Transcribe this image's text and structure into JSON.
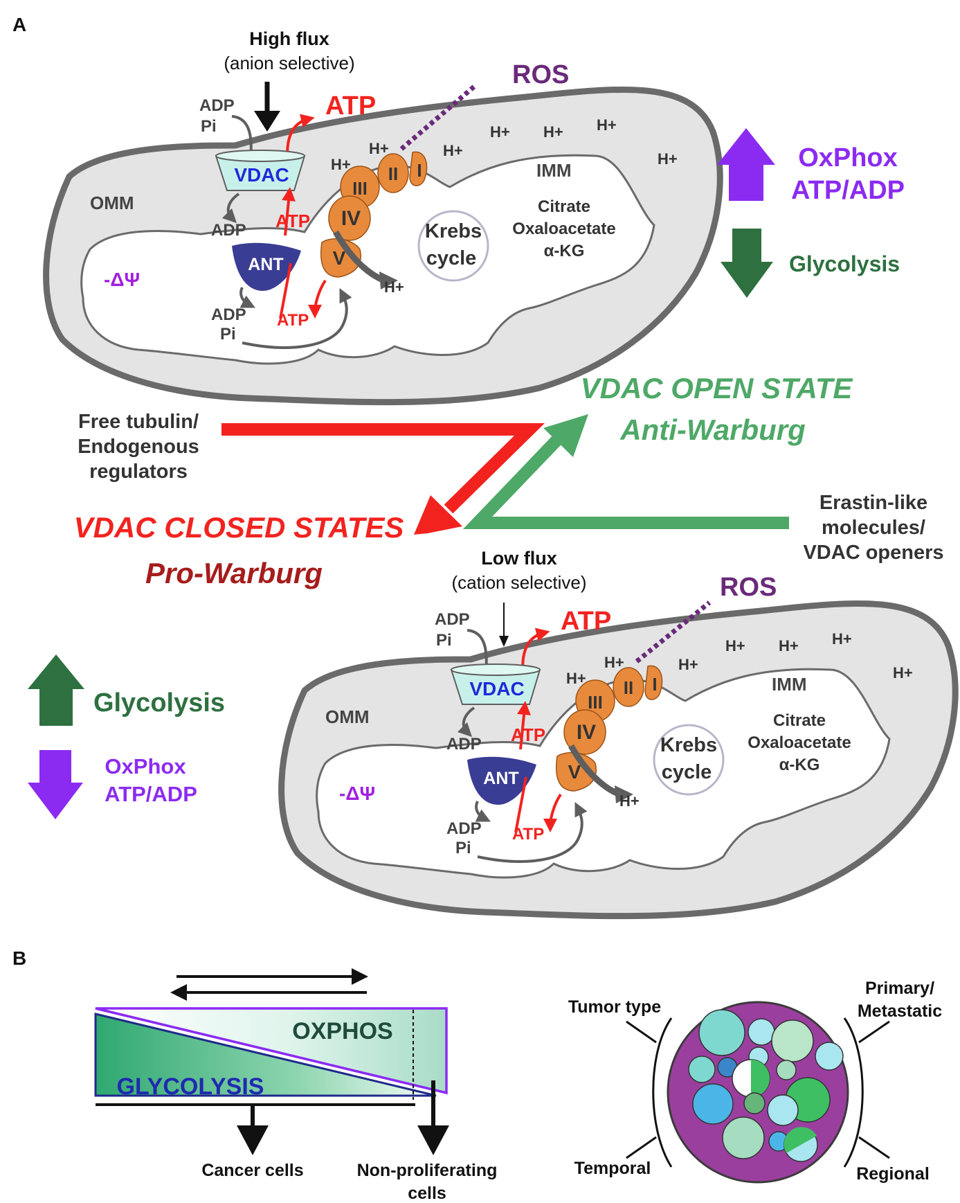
{
  "panel_a": {
    "letter": "A",
    "top": {
      "flux_title": "High flux",
      "flux_sub": "(anion selective)",
      "ros": "ROS",
      "atp_out": "ATP",
      "adp": "ADP",
      "pi": "Pi",
      "vdac": "VDAC",
      "omm": "OMM",
      "imm": "IMM",
      "adp2": "ADP",
      "atp2": "ATP",
      "ant": "ANT",
      "dpsi": "-ΔΨ",
      "adp3": "ADP",
      "pi3": "Pi",
      "atp3": "ATP",
      "complex_i": "I",
      "complex_ii": "II",
      "complex_iii": "III",
      "complex_iv": "IV",
      "complex_v": "V",
      "krebs1": "Krebs",
      "krebs2": "cycle",
      "met1": "Citrate",
      "met2": "Oxaloacetate",
      "met3": "α-KG",
      "hplus": "H+"
    },
    "right_legend": {
      "oxphos": "OxPhox",
      "atp_adp": "ATP/ADP",
      "glycolysis": "Glycolysis"
    },
    "middle": {
      "tubulin1": "Free tubulin/",
      "tubulin2": "Endogenous",
      "tubulin3": "regulators",
      "open_state": "VDAC OPEN STATE",
      "anti_warburg": "Anti-Warburg",
      "closed_states": "VDAC CLOSED STATES",
      "pro_warburg": "Pro-Warburg",
      "erastin1": "Erastin-like",
      "erastin2": "molecules/",
      "erastin3": "VDAC openers"
    },
    "bottom": {
      "flux_title": "Low flux",
      "flux_sub": "(cation selective)",
      "ros": "ROS",
      "atp_out": "ATP",
      "adp": "ADP",
      "pi": "Pi",
      "vdac": "VDAC",
      "omm": "OMM",
      "imm": "IMM",
      "adp2": "ADP",
      "atp2": "ATP",
      "ant": "ANT",
      "dpsi": "-ΔΨ",
      "adp3": "ADP",
      "pi3": "Pi",
      "atp3": "ATP",
      "complex_i": "I",
      "complex_ii": "II",
      "complex_iii": "III",
      "complex_iv": "IV",
      "complex_v": "V",
      "krebs1": "Krebs",
      "krebs2": "cycle",
      "met1": "Citrate",
      "met2": "Oxaloacetate",
      "met3": "α-KG",
      "hplus": "H+"
    },
    "left_legend": {
      "glycolysis": "Glycolysis",
      "oxphos": "OxPhox",
      "atp_adp": "ATP/ADP"
    }
  },
  "panel_b": {
    "letter": "B",
    "oxphos": "OXPHOS",
    "glycolysis": "GLYCOLYSIS",
    "cancer": "Cancer cells",
    "nonprolif1": "Non-proliferating",
    "nonprolif2": "cells",
    "tumor_type": "Tumor type",
    "primary1": "Primary/",
    "primary2": "Metastatic",
    "temporal": "Temporal",
    "regional": "Regional"
  },
  "colors": {
    "red": "#f2231f",
    "green": "#4ea867",
    "dark_green": "#2e7040",
    "purple": "#8b2bf2",
    "ros_purple": "#6a2a7a",
    "orange": "#e88a3c",
    "ant_blue": "#3a3d94",
    "vdac_fill": "#c8f0ea",
    "membrane_gray": "#e4e4e4",
    "outline_gray": "#6a6a6a"
  }
}
